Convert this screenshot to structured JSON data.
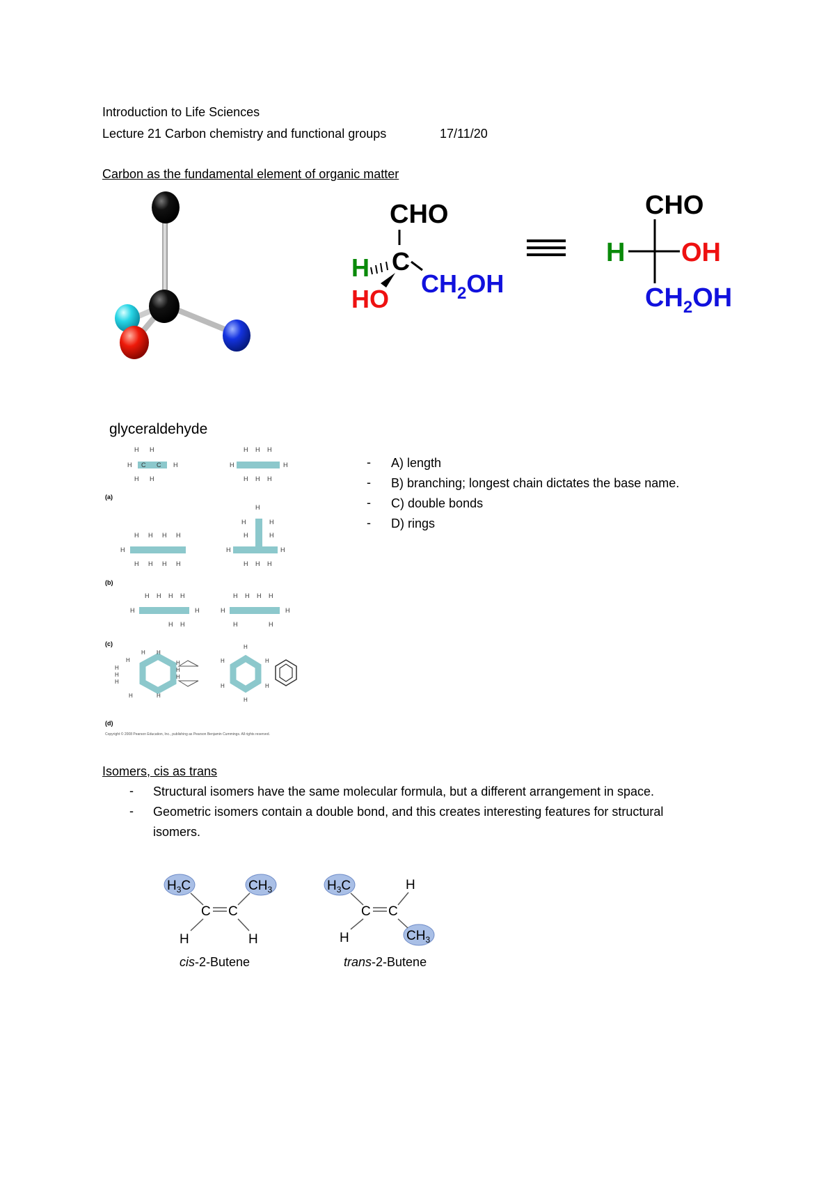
{
  "header": {
    "course": "Introduction to Life Sciences",
    "lecture": "Lecture 21 Carbon chemistry and functional groups",
    "date": "17/11/20"
  },
  "section1": {
    "heading": "Carbon as the fundamental element of organic matter",
    "caption": "glyceraldehyde",
    "formula": {
      "top": "CHO",
      "h": "H",
      "c": "C",
      "ho": "HO",
      "ch2oh_a": "CH",
      "ch2oh_sub": "2",
      "ch2oh_b": "OH",
      "oh": "OH"
    },
    "list": [
      "A) length",
      "B) branching; longest chain dictates the base name.",
      "C) double bonds",
      "D) rings"
    ],
    "panel_labels": [
      "(a)",
      "(b)",
      "(c)",
      "(d)"
    ],
    "copyright": "Copyright © 2008 Pearson Education, Inc., publishing as Pearson Benjamin Cummings. All rights reserved."
  },
  "section2": {
    "heading": "Isomers, cis as trans",
    "bullets": [
      "Structural isomers have the same molecular formula, but a different arrangement in space.",
      "Geometric isomers contain a double bond, and this creates interesting features for structural",
      "isomers."
    ],
    "cis": {
      "prefix": "cis",
      "rest": "-2-Butene"
    },
    "trans": {
      "prefix": "trans",
      "rest": "-2-Butene"
    },
    "atoms": {
      "h3c": "H",
      "h3c_sub": "3",
      "h3c_c": "C",
      "ch3": "CH",
      "ch3_sub": "3",
      "c": "C",
      "h": "H"
    }
  },
  "colors": {
    "green": "#0a8a0a",
    "red": "#ee1111",
    "blue": "#1111dd",
    "teal": "#8cc8cc",
    "bubble": "#a9bfe6"
  }
}
